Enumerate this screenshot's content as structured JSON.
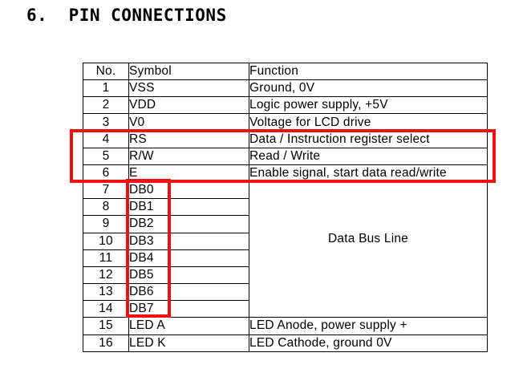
{
  "page": {
    "heading": "6.  PIN CONNECTIONS"
  },
  "annotations": {
    "highlight_color": "#ee1111"
  },
  "table": {
    "headers": {
      "no": "No.",
      "symbol": "Symbol",
      "function": "Function"
    },
    "merged_function_label": "Data Bus Line",
    "rows": [
      {
        "no": "1",
        "symbol": "VSS",
        "function": "Ground, 0V"
      },
      {
        "no": "2",
        "symbol": "VDD",
        "function": "Logic power supply, +5V"
      },
      {
        "no": "3",
        "symbol": "V0",
        "function": "Voltage for LCD drive"
      },
      {
        "no": "4",
        "symbol": "RS",
        "function": "Data / Instruction register select"
      },
      {
        "no": "5",
        "symbol": "R/W",
        "function": "Read / Write"
      },
      {
        "no": "6",
        "symbol": "E",
        "function": "Enable signal, start data read/write"
      },
      {
        "no": "7",
        "symbol": "DB0"
      },
      {
        "no": "8",
        "symbol": "DB1"
      },
      {
        "no": "9",
        "symbol": "DB2"
      },
      {
        "no": "10",
        "symbol": "DB3"
      },
      {
        "no": "11",
        "symbol": "DB4"
      },
      {
        "no": "12",
        "symbol": "DB5"
      },
      {
        "no": "13",
        "symbol": "DB6"
      },
      {
        "no": "14",
        "symbol": "DB7"
      },
      {
        "no": "15",
        "symbol": "LED A",
        "function": "LED Anode, power supply +"
      },
      {
        "no": "16",
        "symbol": "LED K",
        "function": "LED Cathode, ground 0V"
      }
    ]
  }
}
